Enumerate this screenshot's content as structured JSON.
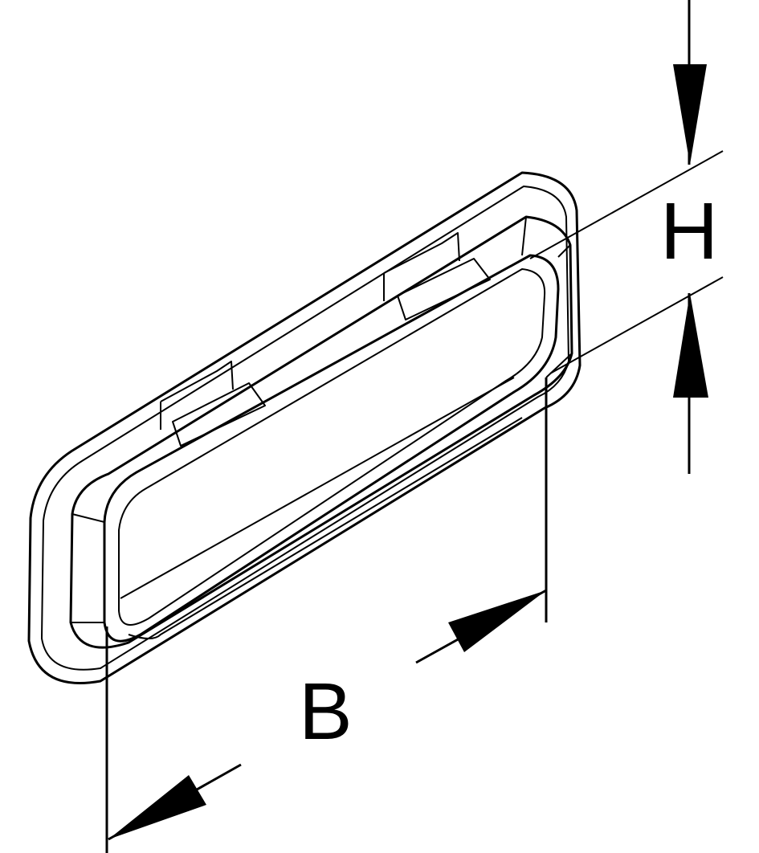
{
  "drawing": {
    "dimensions": [
      {
        "name": "height",
        "label": "H"
      },
      {
        "name": "width",
        "label": "B"
      }
    ],
    "line_color": "#000000",
    "background": "#ffffff"
  }
}
